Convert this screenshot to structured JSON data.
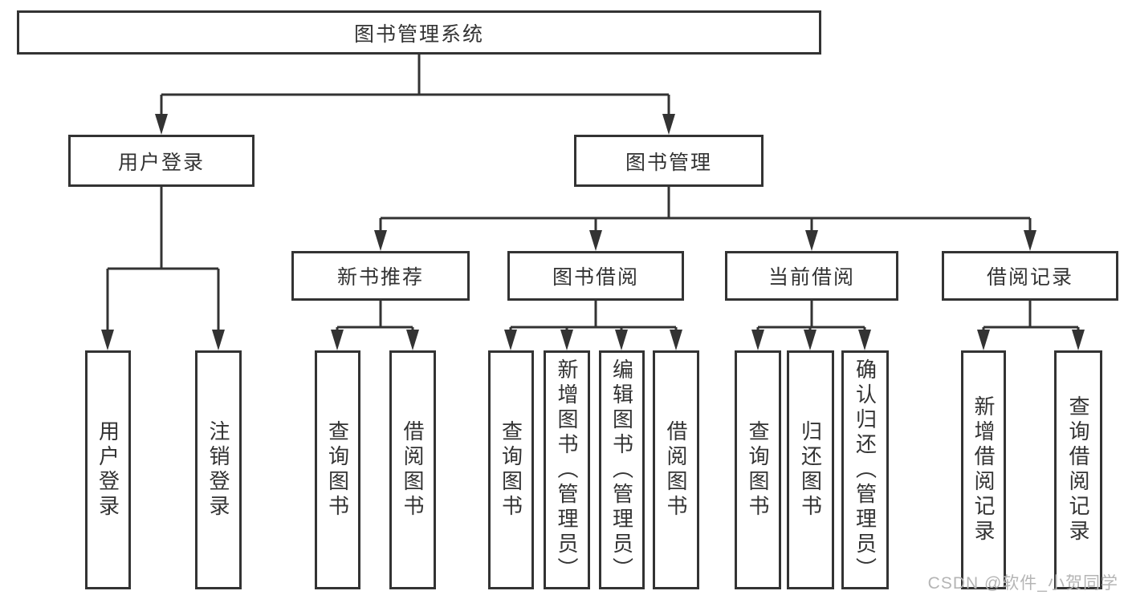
{
  "diagram_title": "图书管理系统",
  "tree": {
    "root": {
      "label": "图书管理系统",
      "children": [
        {
          "label": "用户登录",
          "children": [
            {
              "label": "用户登录"
            },
            {
              "label": "注销登录"
            }
          ]
        },
        {
          "label": "图书管理",
          "children": [
            {
              "label": "新书推荐",
              "children": [
                {
                  "label": "查询图书"
                },
                {
                  "label": "借阅图书"
                }
              ]
            },
            {
              "label": "图书借阅",
              "children": [
                {
                  "label": "查询图书"
                },
                {
                  "label": "新增图书（管理员）"
                },
                {
                  "label": "编辑图书（管理员）"
                },
                {
                  "label": "借阅图书"
                }
              ]
            },
            {
              "label": "当前借阅",
              "children": [
                {
                  "label": "查询图书"
                },
                {
                  "label": "归还图书"
                },
                {
                  "label": "确认归还（管理员）"
                }
              ]
            },
            {
              "label": "借阅记录",
              "children": [
                {
                  "label": "新增借阅记录"
                },
                {
                  "label": "查询借阅记录"
                }
              ]
            }
          ]
        }
      ]
    }
  },
  "watermark": {
    "text": "CSDN @软件_小贺同学"
  },
  "colors": {
    "line": "#333333",
    "text": "#333333",
    "box_background": "#ffffff",
    "watermark": "#b5b5b5",
    "background": "#ffffff"
  }
}
